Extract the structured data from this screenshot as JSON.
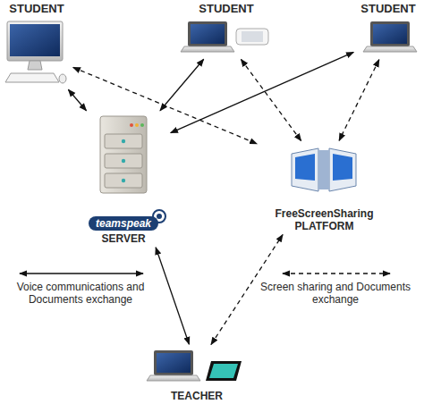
{
  "diagram": {
    "nodes": [
      {
        "text": [
          "STUDENT"
        ]
      },
      {
        "text": [
          "STUDENT"
        ]
      },
      {
        "text": [
          "STUDENT"
        ]
      },
      {
        "text": [
          "teamspeak",
          "SERVER"
        ]
      },
      {
        "text": [
          "FreeScreenSharing PLATFORM"
        ]
      },
      {
        "text": [
          "TEACHER"
        ]
      }
    ],
    "edges": [
      {
        "from": 0,
        "to": 3,
        "arrow": "both"
      },
      {
        "from": 0,
        "to": 4,
        "arrow": "both"
      },
      {
        "from": 1,
        "to": 3,
        "arrow": "both"
      },
      {
        "from": 1,
        "to": 4,
        "arrow": "both"
      },
      {
        "from": 2,
        "to": 3,
        "arrow": "both"
      },
      {
        "from": 2,
        "to": 4,
        "arrow": "both"
      },
      {
        "from": 5,
        "to": 3,
        "arrow": "both"
      },
      {
        "from": 5,
        "to": 4,
        "arrow": "both"
      }
    ],
    "legend": [
      {
        "text": "Voice communications and Documents exchange"
      },
      {
        "text": "Screen sharing and Documents exchange"
      }
    ]
  }
}
